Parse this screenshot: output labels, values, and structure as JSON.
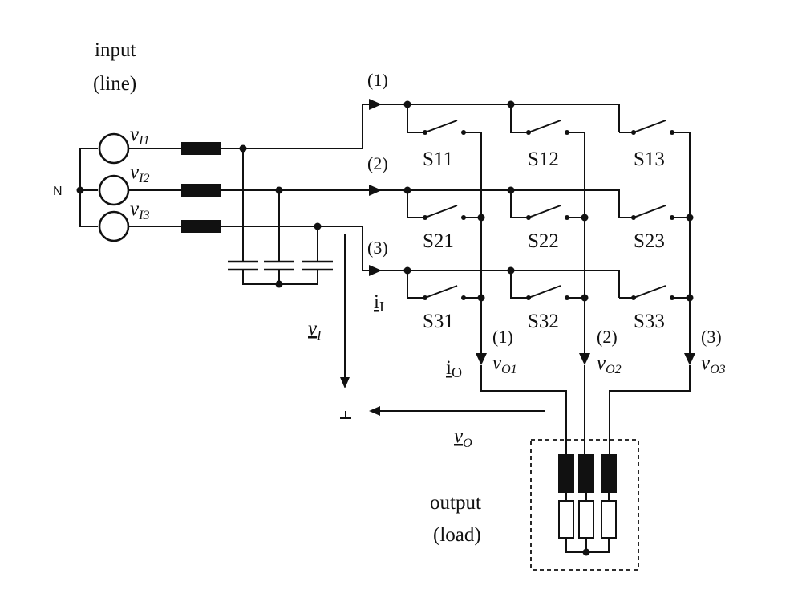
{
  "input": {
    "line1": "input",
    "line2": "(line)"
  },
  "neutral": "N",
  "sources": [
    {
      "sym": "v",
      "sub": "I1"
    },
    {
      "sym": "v",
      "sub": "I2"
    },
    {
      "sym": "v",
      "sub": "I3"
    }
  ],
  "input_nodes": [
    "(1)",
    "(2)",
    "(3)"
  ],
  "switches": [
    [
      "S11",
      "S12",
      "S13"
    ],
    [
      "S21",
      "S22",
      "S23"
    ],
    [
      "S31",
      "S32",
      "S33"
    ]
  ],
  "input_current": {
    "sym": "i",
    "sub": "I"
  },
  "output_current": {
    "sym": "i",
    "sub": "O"
  },
  "input_voltage": {
    "sym": "v",
    "sub": "I"
  },
  "output_voltage": {
    "sym": "v",
    "sub": "O"
  },
  "output_nodes": [
    "(1)",
    "(2)",
    "(3)"
  ],
  "output_voltages": [
    {
      "sym": "v",
      "sub": "O1"
    },
    {
      "sym": "v",
      "sub": "O2"
    },
    {
      "sym": "v",
      "sub": "O3"
    }
  ],
  "output": {
    "line1": "output",
    "line2": "(load)"
  }
}
